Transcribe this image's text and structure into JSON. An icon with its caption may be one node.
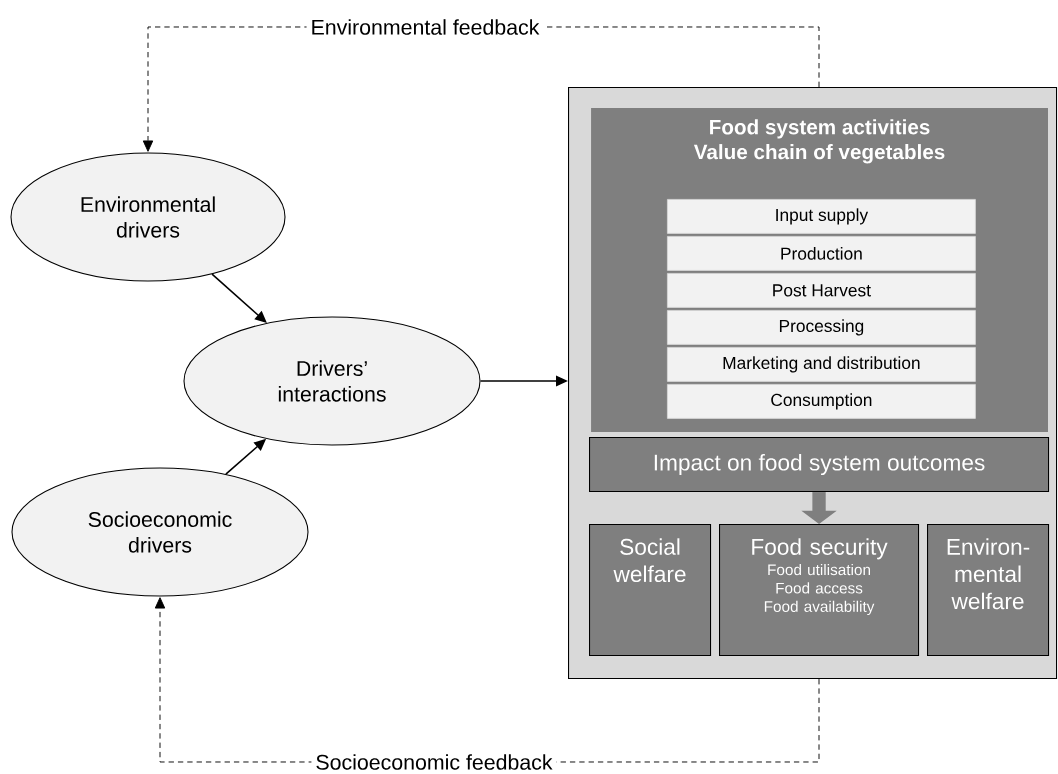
{
  "diagram": {
    "nodes": [
      {
        "text": [
          "Environmental drivers"
        ]
      },
      {
        "text": [
          "Drivers’ interactions"
        ]
      },
      {
        "text": [
          "Socioeconomic drivers"
        ]
      },
      {
        "text": [],
        "shape": "box"
      },
      {
        "text": [
          "Food system activities",
          "Value chain of vegetables"
        ],
        "in": 3
      },
      {
        "text": [
          "Input supply"
        ],
        "in": 4
      },
      {
        "text": [
          "Production"
        ],
        "in": 4
      },
      {
        "text": [
          "Post Harvest"
        ],
        "in": 4
      },
      {
        "text": [
          "Processing"
        ],
        "in": 4
      },
      {
        "text": [
          "Marketing and distribution"
        ],
        "in": 4
      },
      {
        "text": [
          "Consumption"
        ],
        "in": 4
      },
      {
        "text": [
          "Impact on food system outcomes"
        ],
        "in": 3
      },
      {
        "text": [
          "Social welfare"
        ],
        "in": 3
      },
      {
        "text": [
          "Food security",
          "Food utilisation",
          "Food access",
          "Food availability"
        ],
        "in": 3
      },
      {
        "text": [
          "Environ- mental welfare"
        ],
        "in": 3
      }
    ],
    "edges": [
      {
        "from": 0,
        "to": 1,
        "arrow": "to"
      },
      {
        "from": 2,
        "to": 1,
        "arrow": "to"
      },
      {
        "from": 1,
        "to": 3,
        "arrow": "to"
      },
      {
        "from": 3,
        "to": 0,
        "arrow": "to",
        "style": "dashed",
        "label": "Environmental feedback"
      },
      {
        "from": 3,
        "to": 2,
        "arrow": "to",
        "style": "dashed",
        "label": "Socioeconomic feedback"
      },
      {
        "from": 11,
        "to": 13,
        "arrow": "to",
        "style": "thick",
        "color": "#7f7f7f"
      }
    ]
  }
}
